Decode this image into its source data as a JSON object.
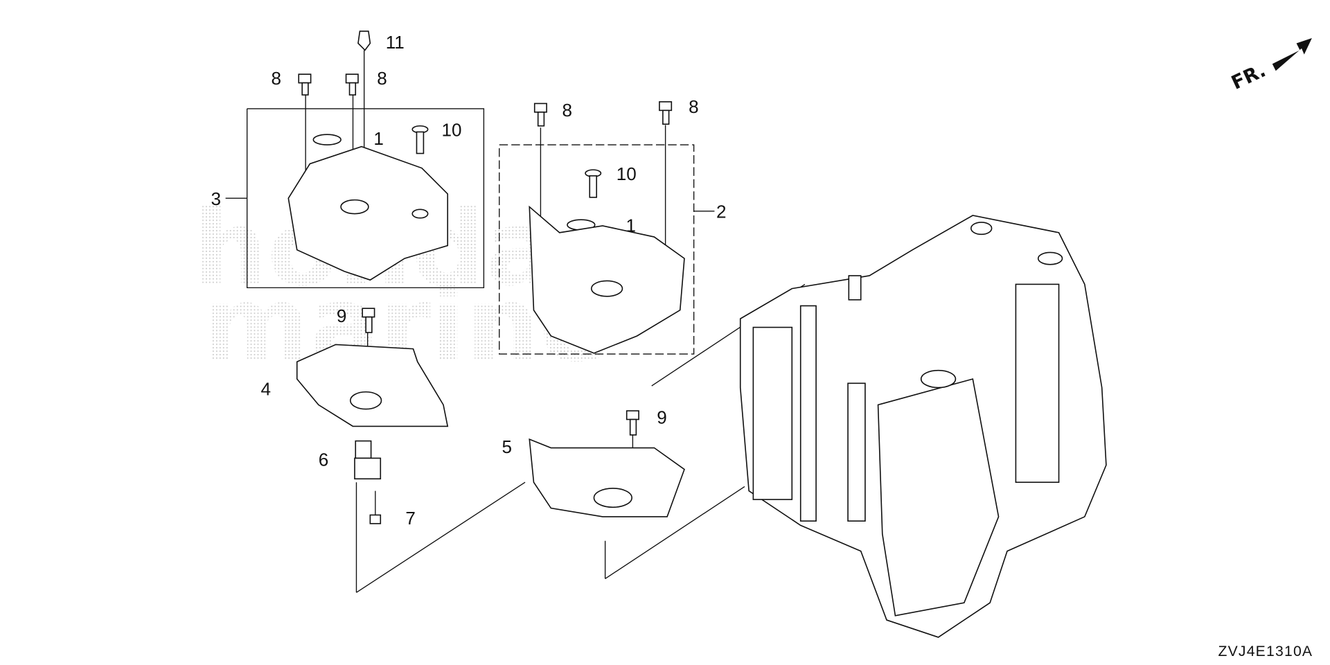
{
  "diagram": {
    "watermark": [
      "honda",
      "marine"
    ],
    "direction_label": "FR.",
    "diagram_code": "ZVJ4E1310A",
    "callouts": [
      "11",
      "8",
      "8",
      "8",
      "8",
      "10",
      "10",
      "1",
      "1",
      "3",
      "2",
      "9",
      "9",
      "4",
      "5",
      "6",
      "7"
    ]
  }
}
